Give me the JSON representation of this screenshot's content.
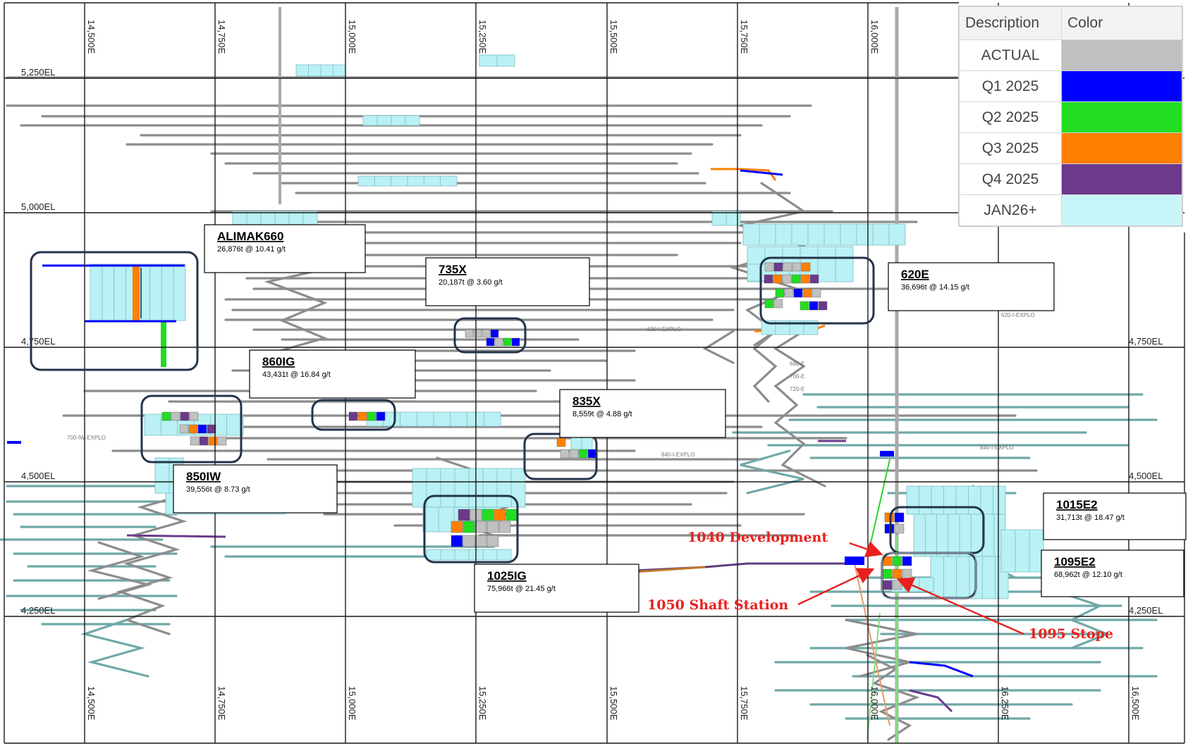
{
  "legend": {
    "header_description": "Description",
    "header_color": "Color",
    "rows": [
      {
        "label": "ACTUAL",
        "color": "#c0c0c0"
      },
      {
        "label": "Q1 2025",
        "color": "#0000ff"
      },
      {
        "label": "Q2 2025",
        "color": "#22dd22"
      },
      {
        "label": "Q3 2025",
        "color": "#ff8000"
      },
      {
        "label": "Q4 2025",
        "color": "#6b3a8a"
      },
      {
        "label": "JAN26+",
        "color": "#c8f6f8"
      }
    ]
  },
  "grid": {
    "easting_labels": [
      "14,500E",
      "14,750E",
      "15,000E",
      "15,250E",
      "15,500E",
      "15,750E",
      "16,000E",
      "16,250E",
      "16,500E"
    ],
    "elevation_labels": [
      "5,250EL",
      "5,000EL",
      "4,750EL",
      "4,500EL",
      "4,250EL"
    ]
  },
  "zones": [
    {
      "name": "ALIMAK660",
      "detail": "26,876t @ 10.41 g/t"
    },
    {
      "name": "735X",
      "detail": "20,187t @ 3.60 g/t"
    },
    {
      "name": "620E",
      "detail": "36,696t @ 14.15 g/t"
    },
    {
      "name": "860IG",
      "detail": "43,431t @ 16.84 g/t"
    },
    {
      "name": "835X",
      "detail": "8,559t @ 4.88 g/t"
    },
    {
      "name": "850IW",
      "detail": "39,556t @ 8.73 g/t"
    },
    {
      "name": "1025IG",
      "detail": "75,966t @ 21.45 g/t"
    },
    {
      "name": "1015E2",
      "detail": "31,713t @ 18.47 g/t"
    },
    {
      "name": "1095E2",
      "detail": "68,962t @ 12.10 g/t"
    }
  ],
  "annotations": {
    "development": "1040 Development",
    "shaft_station": "1050 Shaft Station",
    "stope": "1095 Stope",
    "color": "#e8201e"
  },
  "drift_labels": [
    "620-I-EXPLO",
    "620-I-EXPLO",
    "840-I-EXPLO",
    "840-I-EXPLO",
    "700-IW-EXPLO",
    "680-E",
    "700-E",
    "720-E"
  ]
}
